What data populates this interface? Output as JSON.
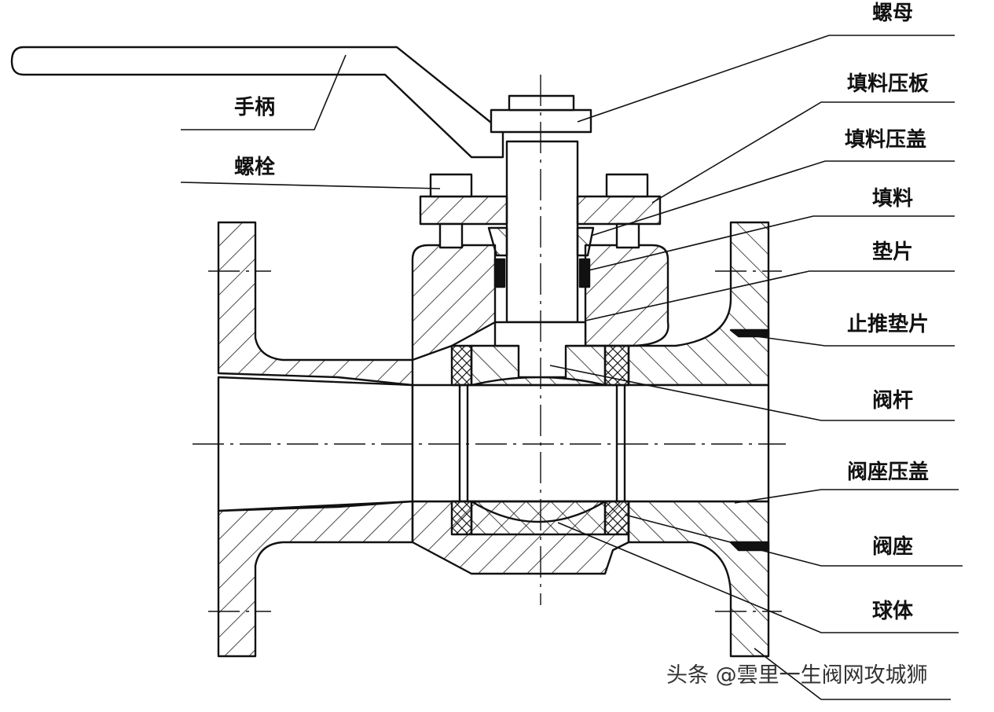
{
  "labels": {
    "shoubing": "手柄",
    "luoshuan": "螺栓",
    "luomu": "螺母",
    "tianliao_yaban": "填料压板",
    "tianliao_yagai": "填料压盖",
    "tianliao": "填料",
    "dianpian": "垫片",
    "zhitui_dianpian": "止推垫片",
    "fagan": "阀杆",
    "fazuo_yagai": "阀座压盖",
    "fazuo": "阀座",
    "qiuti": "球体"
  },
  "watermark": "头条 @雲里一生阀网攻城狮"
}
